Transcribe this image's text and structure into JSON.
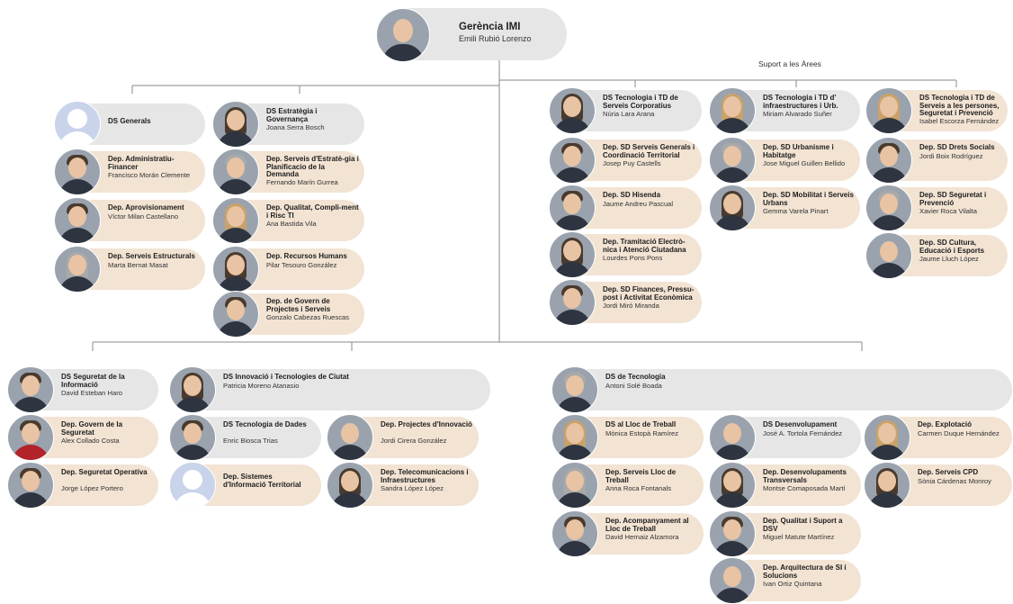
{
  "top": {
    "title": "Gerència IMI",
    "name": "Emili Rubió Lorenzo"
  },
  "suport_label": "Suport a les Àrees",
  "cards": [
    {
      "title": "DS Generals",
      "name": ""
    },
    {
      "title": "Dep. Administratiu-Financer",
      "name": "Francisco Morán Clemente"
    },
    {
      "title": "Dep. Aprovisionament",
      "name": "Víctor Milan Castellano"
    },
    {
      "title": "Dep. Serveis Estructurals",
      "name": "Marta Bernat Masat"
    },
    {
      "title": "DS Estratègia i Governança",
      "name": "Joana Serra Bosch"
    },
    {
      "title": "Dep. Serveis d'Estratè-gia i Planificacio de la Demanda",
      "name": "Fernando Marín Gurrea"
    },
    {
      "title": "Dep. Qualitat, Compli-ment i Risc TI",
      "name": "Ana Bastida Vila"
    },
    {
      "title": "Dep. Recursos Humans",
      "name": "Pilar Tesouro González"
    },
    {
      "title": "Dep. de Govern de Projectes i Serveis",
      "name": "Gonzalo Cabezas Ruescas"
    },
    {
      "title": "DS Tecnologia i TD de Serveis Corporatius",
      "name": "Núria Lara Arana"
    },
    {
      "title": "Dep. SD Serveis Generals i Coordinació Territorial",
      "name": "Josep Puy Castells"
    },
    {
      "title": "Dep. SD Hisenda",
      "name": "Jaume Andreu Pascual"
    },
    {
      "title": "Dep. Tramitació Electrò-nica i Atenció Ciutadana",
      "name": "Lourdes Pons Pons"
    },
    {
      "title": "Dep. SD Finances, Pressu-post i Activitat Econòmica",
      "name": "Jordi Miró Miranda"
    },
    {
      "title": "DS Tecnologia i TD d' infraestructures i Urb.",
      "name": "Miriam Alvarado Suñer"
    },
    {
      "title": "Dep. SD Urbanisme i Habitatge",
      "name": "Jose Miguel Guillen Bellido"
    },
    {
      "title": "Dep. SD Mobilitat i Serveis Urbans",
      "name": "Gemma Varela Pinart"
    },
    {
      "title": "DS Tecnologia i TD de Serveis a les persones, Seguretat i Prevenció",
      "name": "Isabel Escorza Fernández"
    },
    {
      "title": "Dep. SD Drets Socials",
      "name": "Jordi Boix Rodríguez"
    },
    {
      "title": "Dep. SD Seguretat i Prevenció",
      "name": "Xavier Roca Vilalta"
    },
    {
      "title": "Dep. SD Cultura, Educació i Esports",
      "name": "Jaume Lluch López"
    },
    {
      "title": "DS Seguretat de la Informació",
      "name": "David Esteban Haro"
    },
    {
      "title": "Dep. Govern de la Seguretat",
      "name": "Alex Collado Costa"
    },
    {
      "title": "Dep. Seguretat Operativa",
      "name": "Jorge López Portero"
    },
    {
      "title": "DS Innovació i Tecnologies de Ciutat",
      "name": "Patricia Moreno Atanasio"
    },
    {
      "title": "DS Tecnologia de Dades",
      "name": "Enric Biosca Trias"
    },
    {
      "title": "Dep. Sistemes d'Informació Territorial",
      "name": ""
    },
    {
      "title": "Dep. Projectes d'Innovació",
      "name": "Jordi Cirera González"
    },
    {
      "title": "Dep. Telecomunicacions i Infraestructures",
      "name": "Sandra López López"
    },
    {
      "title": "DS de Tecnologia",
      "name": "Antoni Solé Boada"
    },
    {
      "title": "DS al Lloc de Treball",
      "name": "Mònica Estopà Ramírez"
    },
    {
      "title": "Dep. Serveis Lloc de Treball",
      "name": "Anna Roca Fontanals"
    },
    {
      "title": "Dep. Acompanyament al Lloc de Treball",
      "name": "David Hernaiz Alzamora"
    },
    {
      "title": "DS Desenvolupament",
      "name": "José A. Tortola Fernández"
    },
    {
      "title": "Dep. Desenvolupaments Transversals",
      "name": "Montse Comaposada Martí"
    },
    {
      "title": "Dep. Qualitat i Suport a DSV",
      "name": "Miguel Matute Martínez"
    },
    {
      "title": "Dep. Arquitectura de SI i Solucions",
      "name": "Ivan Ortiz Quintana"
    },
    {
      "title": "Dep. Explotació",
      "name": "Carmen Duque Hernández"
    },
    {
      "title": "Dep. Serveis CPD",
      "name": "Sònia Cárdenas Monroy"
    }
  ]
}
